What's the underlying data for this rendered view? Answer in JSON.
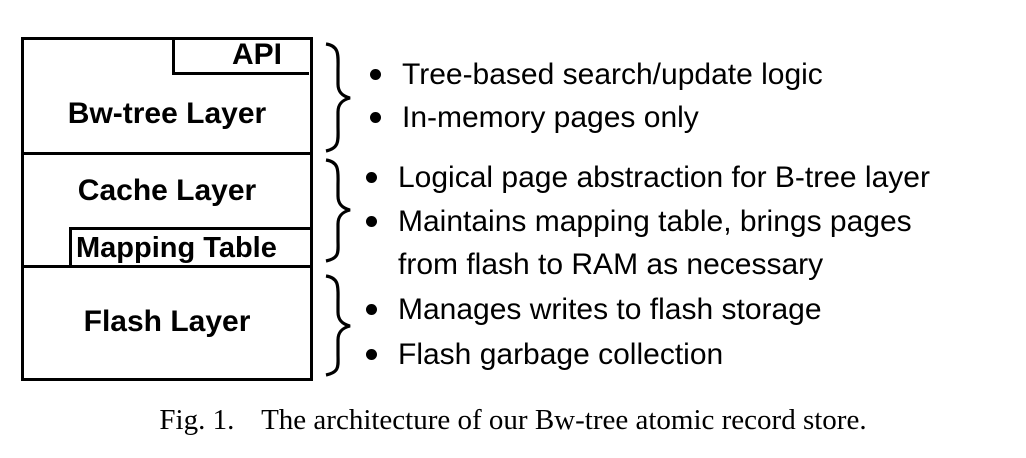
{
  "diagram": {
    "layers": [
      {
        "id": "bw-tree",
        "label": "Bw-tree Layer",
        "sub_box": "API",
        "bullets": [
          "Tree-based search/update logic",
          "In-memory pages only"
        ]
      },
      {
        "id": "cache",
        "label": "Cache Layer",
        "sub_box": "Mapping Table",
        "bullets": [
          "Logical page abstraction for B-tree layer",
          "Maintains mapping table, brings pages",
          "from flash to RAM as necessary"
        ]
      },
      {
        "id": "flash",
        "label": "Flash Layer",
        "bullets": [
          "Manages writes to flash storage",
          "Flash garbage collection"
        ]
      }
    ],
    "caption": {
      "figure_label": "Fig. 1.",
      "text": "The architecture of our Bw-tree atomic record store."
    }
  }
}
